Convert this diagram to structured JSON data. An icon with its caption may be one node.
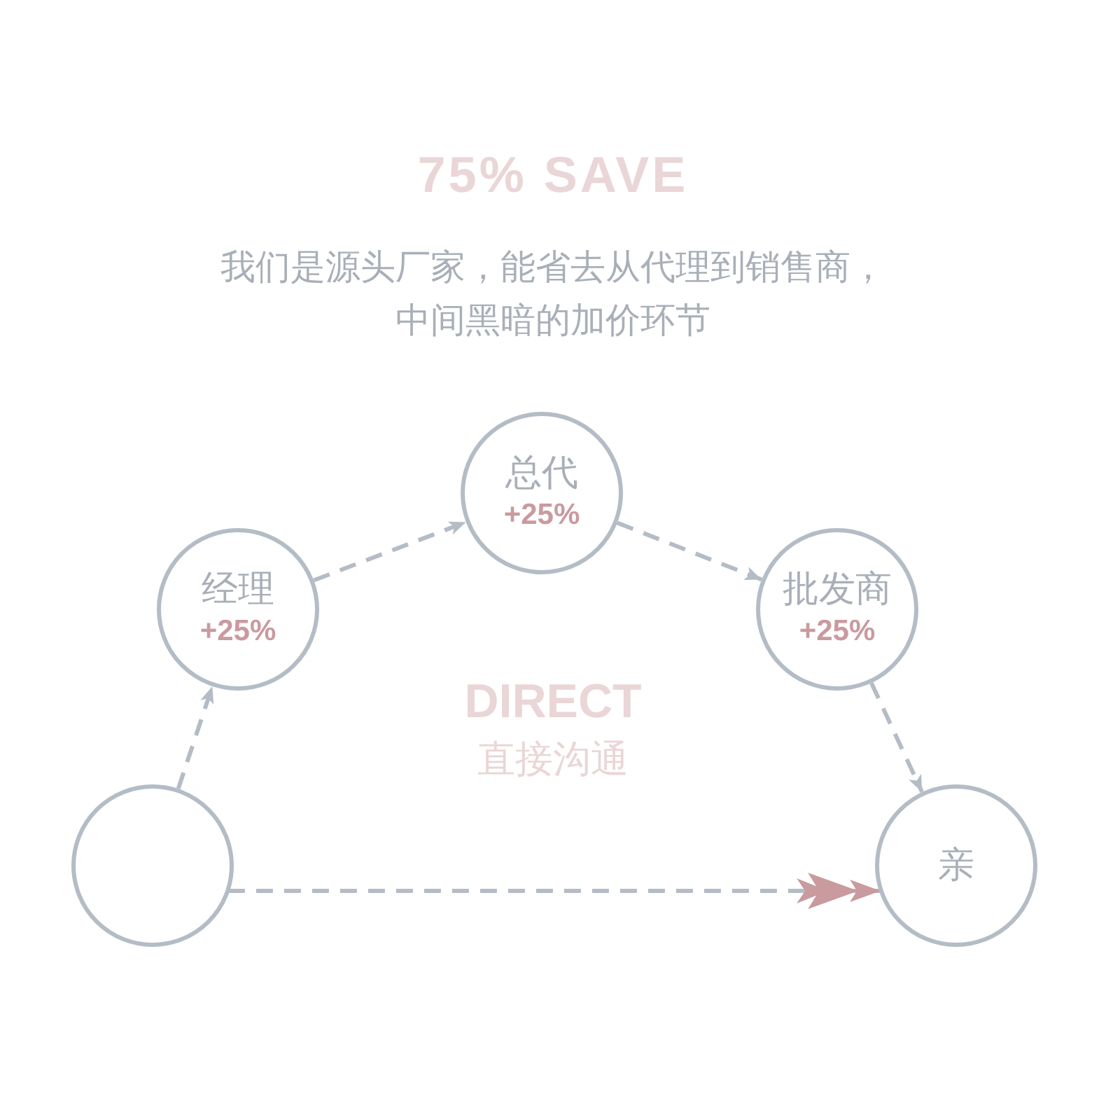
{
  "diagram": {
    "title": "75% SAVE",
    "nodes": [
      {
        "text": [],
        "shape": "circle"
      },
      {
        "text": [
          "经理",
          "+25%"
        ]
      },
      {
        "text": [
          "总代",
          "+25%"
        ]
      },
      {
        "text": [
          "批发商",
          "+25%"
        ]
      },
      {
        "text": [
          "亲"
        ]
      }
    ],
    "edges": [
      {
        "from": 0,
        "to": 1,
        "arrow": "to",
        "style": "dashed"
      },
      {
        "from": 1,
        "to": 2,
        "arrow": "to",
        "style": "dashed"
      },
      {
        "from": 2,
        "to": 3,
        "arrow": "to",
        "style": "dashed"
      },
      {
        "from": 3,
        "to": 4,
        "arrow": "to",
        "style": "dashed"
      },
      {
        "from": 0,
        "to": 4,
        "arrow": "to",
        "style": "dashed"
      }
    ],
    "labels": [
      "我们是源头厂家，能省去从代理到销售商，中间黑暗的加价环节",
      "DIRECT",
      "直接沟通"
    ]
  }
}
